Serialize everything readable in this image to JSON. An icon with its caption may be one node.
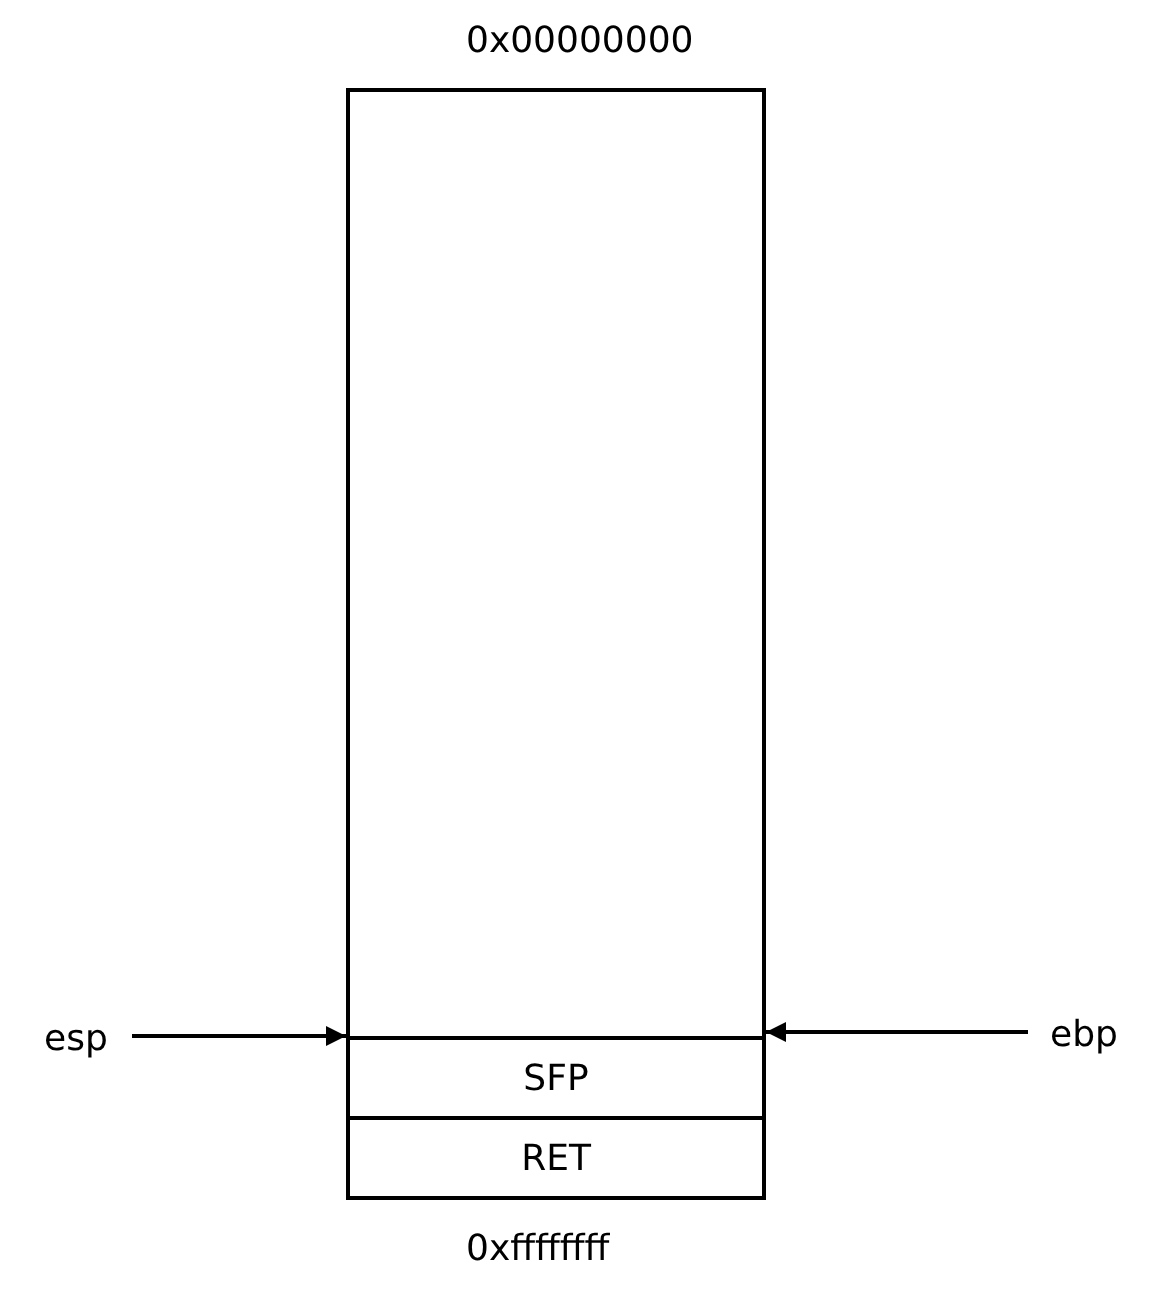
{
  "diagram": {
    "nodes": [
      {
        "text": [],
        "shape": "box"
      },
      {
        "text": [
          "SFP"
        ],
        "in": 0
      },
      {
        "text": [
          "RET"
        ],
        "in": 0
      },
      {
        "text": [
          "esp"
        ]
      },
      {
        "text": [
          "ebp"
        ]
      }
    ],
    "edges": [
      {
        "from": 3,
        "to": 0,
        "arrow": "to"
      },
      {
        "from": 4,
        "to": 0,
        "arrow": "to"
      }
    ],
    "labels": [
      "0x00000000",
      "0xffffffff"
    ]
  }
}
